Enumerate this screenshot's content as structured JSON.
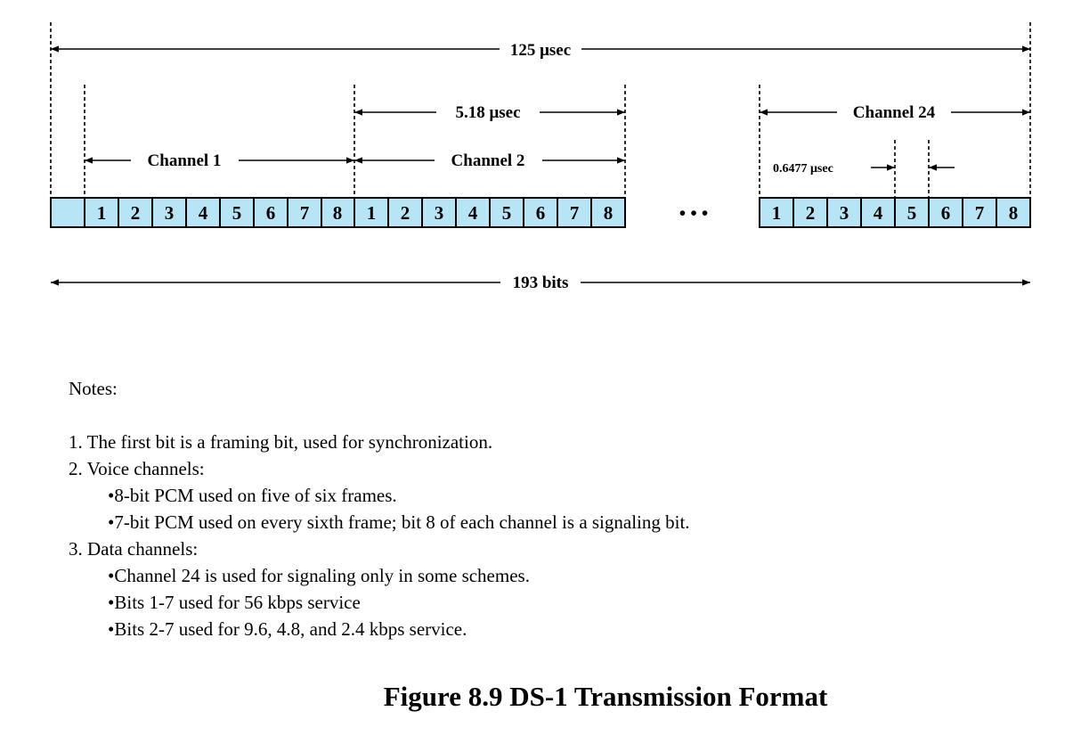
{
  "diagram": {
    "frame_label": "125 μsec",
    "channel_time_label": "5.18 μsec",
    "bit_time_label": "0.6477 μsec",
    "channel_1": "Channel 1",
    "channel_2": "Channel 2",
    "channel_24": "Channel 24",
    "bits_label": "193 bits",
    "ellipsis": "• • •",
    "bit_numbers": [
      "1",
      "2",
      "3",
      "4",
      "5",
      "6",
      "7",
      "8"
    ]
  },
  "notes": {
    "heading": "Notes:",
    "item1": "1. The first bit is a framing bit, used for synchronization.",
    "item2": "2. Voice channels:",
    "item2a": "•8-bit PCM used on five of six frames.",
    "item2b": "•7-bit PCM used on every sixth frame; bit 8 of each channel is a signaling bit.",
    "item3": "3. Data channels:",
    "item3a": "•Channel 24 is used for signaling only in some schemes.",
    "item3b": "•Bits 1-7 used for 56 kbps service",
    "item3c": "•Bits 2-7 used for 9.6, 4.8, and 2.4 kbps service."
  },
  "caption": "Figure 8.9  DS-1 Transmission Format",
  "colors": {
    "cell_fill": "#b7e5f5"
  }
}
